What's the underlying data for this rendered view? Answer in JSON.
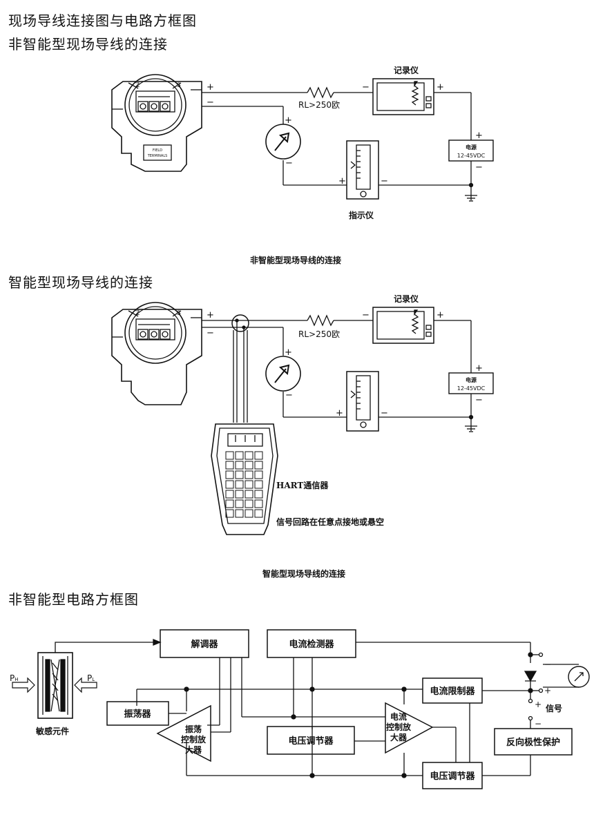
{
  "page": {
    "title": "现场导线连接图与电路方框图",
    "section1_heading": "非智能型现场导线的连接",
    "section1_caption": "非智能型现场导线的连接",
    "section2_heading": "智能型现场导线的连接",
    "section2_caption": "智能型现场导线的连接",
    "section3_heading": "非智能型电路方框图"
  },
  "wiring": {
    "recorder": "记录仪",
    "resistor": "RL>250欧",
    "power_title": "电源",
    "power_voltage": "12-45VDC",
    "indicator": "指示仪",
    "plus": "+",
    "minus": "−",
    "field_terminals_1": "FIELD",
    "field_terminals_2": "TERMINALS",
    "z": "Z",
    "s": "S",
    "hart": "HART通信器",
    "hart_note": "信号回路在任意点接地或悬空"
  },
  "block": {
    "ph": "P",
    "ph_sub": "H",
    "pl": "P",
    "pl_sub": "L",
    "sensor": "敏感元件",
    "demod": "解调器",
    "current_detector": "电流检测器",
    "oscillator": "振荡器",
    "osc_amp_1": "振荡",
    "osc_amp_2": "控制放",
    "osc_amp_3": "大器",
    "voltage_reg_1": "电压调节器",
    "cur_amp_1": "电流",
    "cur_amp_2": "控制放",
    "cur_amp_3": "大器",
    "current_limiter": "电流限制器",
    "voltage_reg_2": "电压调节器",
    "reverse_protect": "反向极性保护",
    "signal": "信号"
  }
}
